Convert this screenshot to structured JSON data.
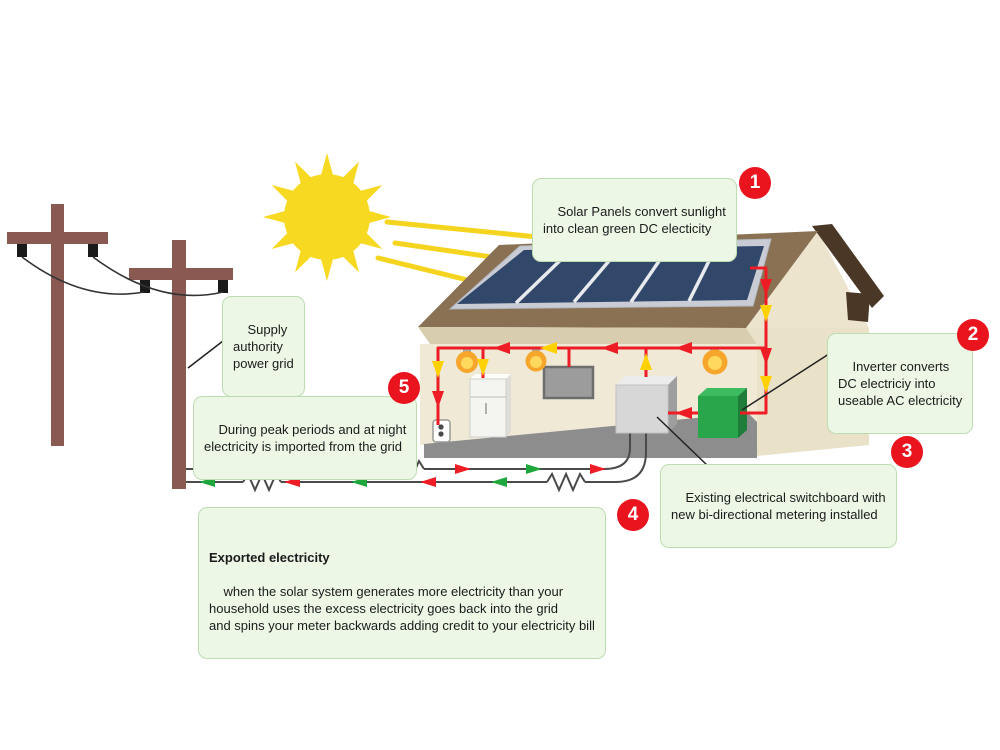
{
  "callouts": {
    "supply_authority": {
      "text": "Supply\nauthority\npower grid"
    },
    "step1": {
      "number": "1",
      "text": "Solar Panels convert sunlight\ninto clean green DC electicity"
    },
    "step2": {
      "number": "2",
      "text": "Inverter converts\nDC electriciy into\nuseable AC electricity"
    },
    "step3": {
      "number": "3",
      "text": "Existing electrical switchboard with\nnew bi-directional metering installed"
    },
    "step4": {
      "number": "4",
      "title": "Exported electricity",
      "text": "when the solar system generates more electricity than your\nhousehold uses the excess electricity goes back into the grid\nand spins your meter backwards adding credit to your electricity bill"
    },
    "step5": {
      "number": "5",
      "text": "During peak periods and at night\nelectricity is imported from the grid"
    }
  },
  "colors": {
    "badge_red": "#e9141d",
    "callout_bg": "#ecf7e6",
    "callout_border": "#bedcb2",
    "wire_red": "#ee1c25",
    "arrow_yellow": "#ffd100",
    "arrow_green": "#1fa63d",
    "grid_wire_gray": "#4a4a4a",
    "sun_yellow": "#f7d921",
    "roof_brown": "#8a7154",
    "fascia_dark_brown": "#4a3726",
    "panel_blue": "#31486b",
    "inverter_green": "#29a64b",
    "pole_brown": "#8a5a52",
    "wall_cream": "#efe9d6",
    "floor_gray": "#8d8d8d"
  }
}
